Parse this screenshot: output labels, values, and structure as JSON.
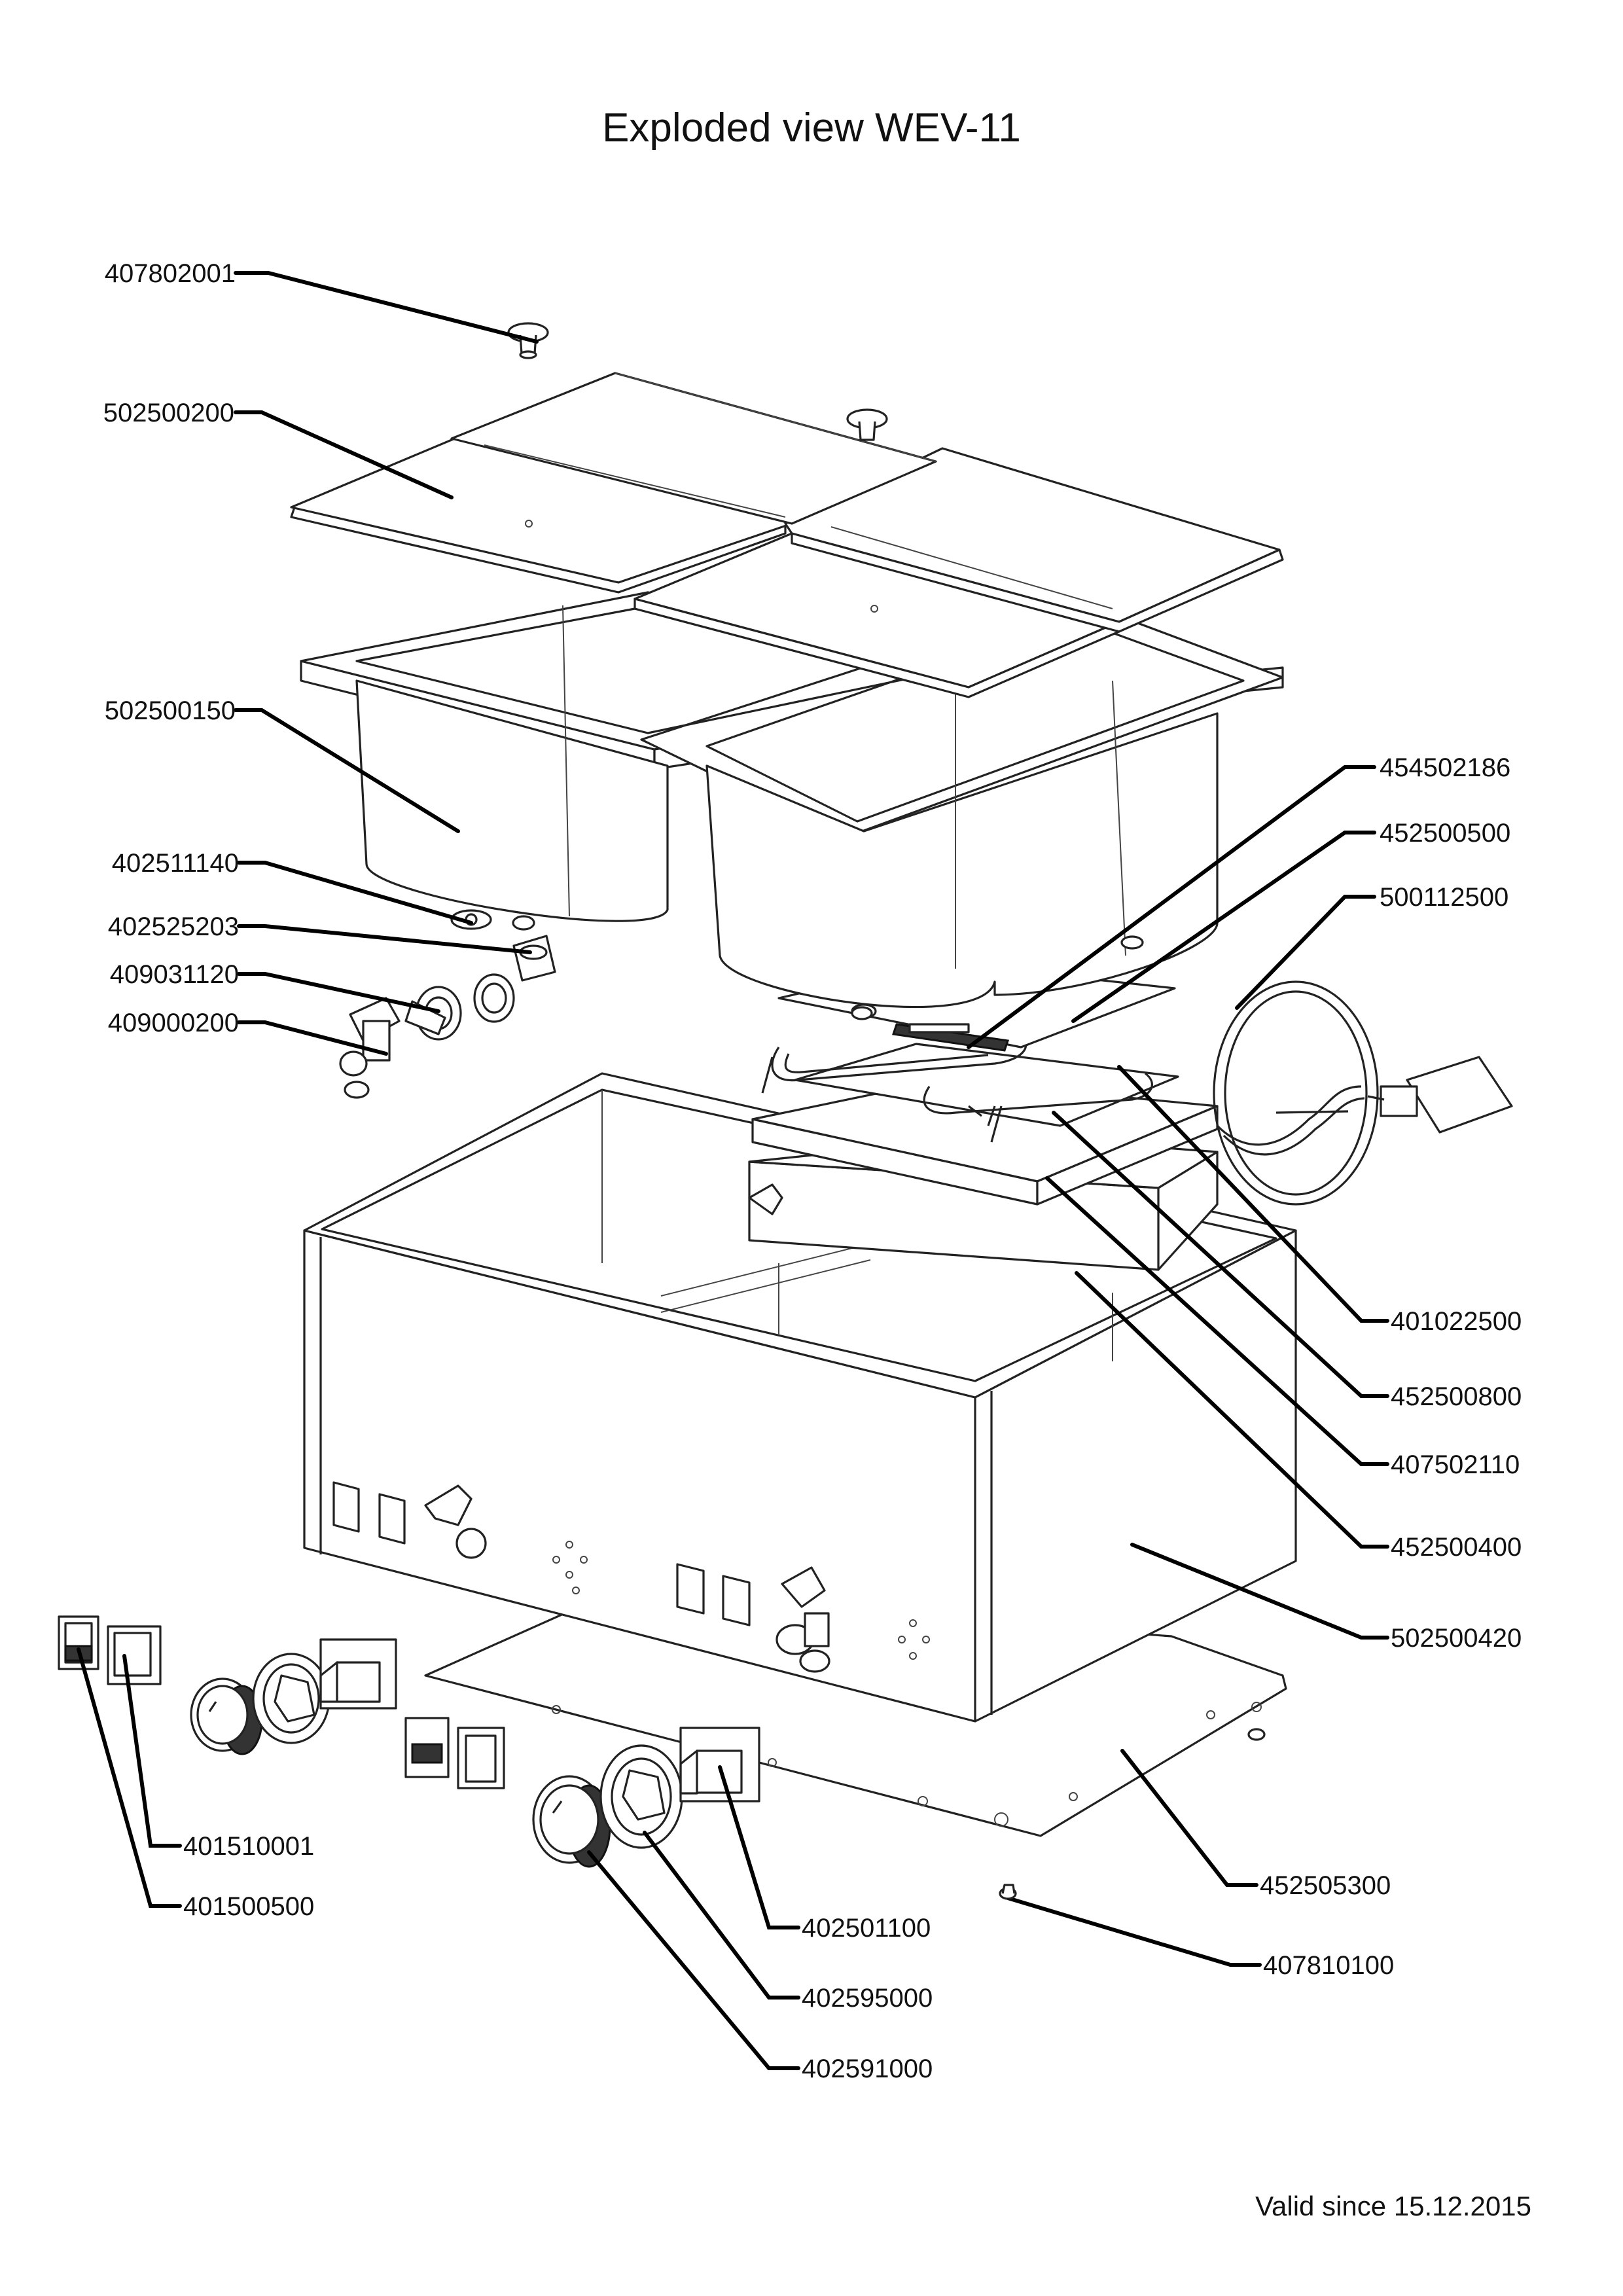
{
  "title": "Exploded view WEV-11",
  "footer": "Valid since 15.12.2015",
  "parts": [
    {
      "number": "407802001"
    },
    {
      "number": "502500200"
    },
    {
      "number": "502500150"
    },
    {
      "number": "402511140"
    },
    {
      "number": "402525203"
    },
    {
      "number": "409031120"
    },
    {
      "number": "409000200"
    },
    {
      "number": "454502186"
    },
    {
      "number": "452500500"
    },
    {
      "number": "500112500"
    },
    {
      "number": "401022500"
    },
    {
      "number": "452500800"
    },
    {
      "number": "407502110"
    },
    {
      "number": "452500400"
    },
    {
      "number": "502500420"
    },
    {
      "number": "452505300"
    },
    {
      "number": "407810100"
    },
    {
      "number": "401510001"
    },
    {
      "number": "401500500"
    },
    {
      "number": "402501100"
    },
    {
      "number": "402595000"
    },
    {
      "number": "402591000"
    }
  ]
}
